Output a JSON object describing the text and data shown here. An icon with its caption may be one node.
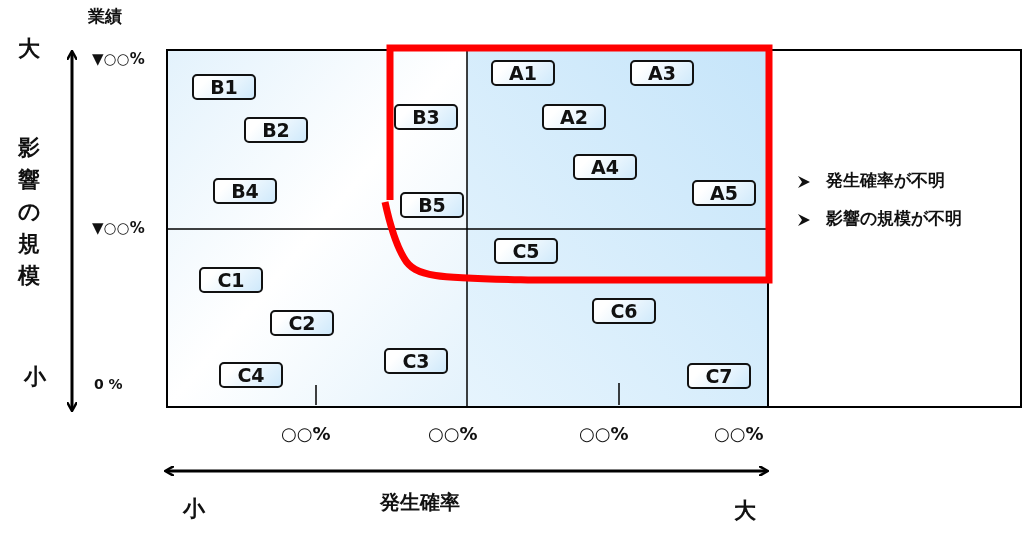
{
  "diagram": {
    "nodes": [
      {
        "text": [
          "B1"
        ]
      },
      {
        "text": [
          "A1"
        ]
      },
      {
        "text": [
          "A3"
        ]
      },
      {
        "text": [
          "A2"
        ]
      },
      {
        "text": [
          "B3"
        ]
      },
      {
        "text": [
          "B2"
        ]
      },
      {
        "text": [
          "A4"
        ]
      },
      {
        "text": [
          "B4"
        ]
      },
      {
        "text": [
          "A5"
        ]
      },
      {
        "text": [
          "B5"
        ]
      },
      {
        "text": [
          "C5"
        ]
      },
      {
        "text": [
          "C1"
        ]
      },
      {
        "text": [
          "C6"
        ]
      },
      {
        "text": [
          "C2"
        ]
      },
      {
        "text": [
          "C3"
        ]
      },
      {
        "text": [
          "C4"
        ]
      },
      {
        "text": [
          "C7"
        ]
      },
      {
        "text": [
          "発生確率が不明",
          "影響の規模が不明"
        ]
      }
    ],
    "edges": [],
    "labels": [
      "業績",
      "大",
      "▼○○%",
      "影響の規模",
      "▼○○%",
      "小",
      "0 %",
      "○○%",
      "○○%",
      "○○%",
      "○○%",
      "小",
      "発生確率",
      "大"
    ]
  }
}
